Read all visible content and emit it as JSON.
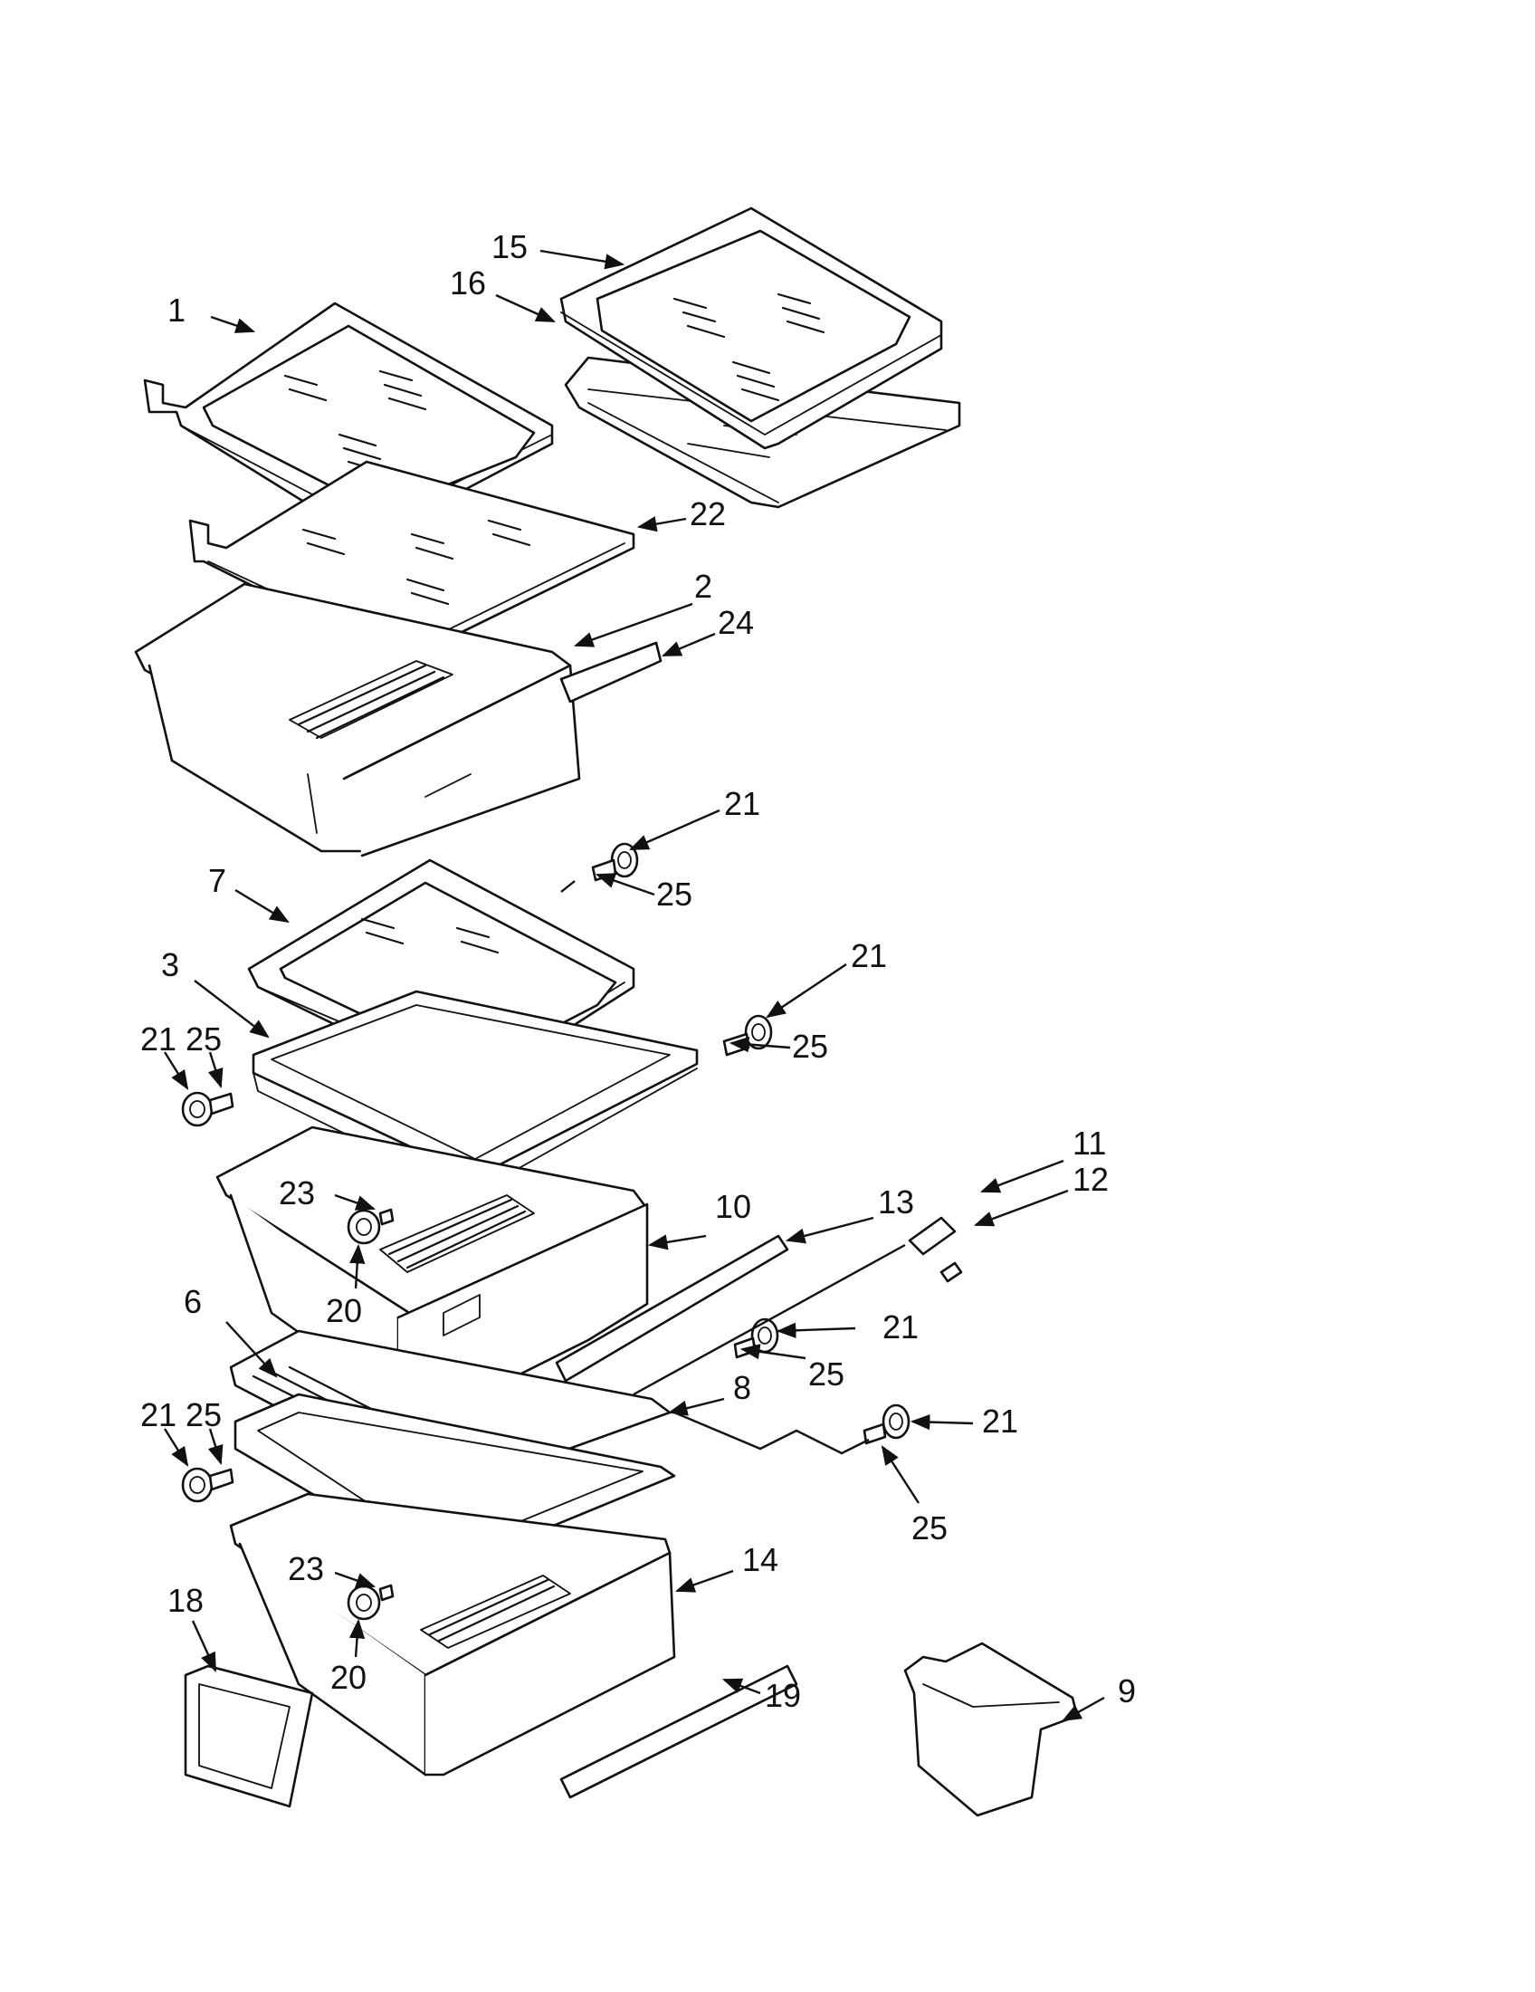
{
  "colors": {
    "ink": "#111111",
    "paper": "#ffffff"
  },
  "callouts": [
    {
      "id": "c1",
      "label": "1"
    },
    {
      "id": "c2",
      "label": "2"
    },
    {
      "id": "c3",
      "label": "3"
    },
    {
      "id": "c6",
      "label": "6"
    },
    {
      "id": "c7",
      "label": "7"
    },
    {
      "id": "c8",
      "label": "8"
    },
    {
      "id": "c9",
      "label": "9"
    },
    {
      "id": "c10",
      "label": "10"
    },
    {
      "id": "c11",
      "label": "11"
    },
    {
      "id": "c12",
      "label": "12"
    },
    {
      "id": "c13",
      "label": "13"
    },
    {
      "id": "c14",
      "label": "14"
    },
    {
      "id": "c15",
      "label": "15"
    },
    {
      "id": "c16",
      "label": "16"
    },
    {
      "id": "c18",
      "label": "18"
    },
    {
      "id": "c19",
      "label": "19"
    },
    {
      "id": "c20a",
      "label": "20"
    },
    {
      "id": "c20b",
      "label": "20"
    },
    {
      "id": "c21a",
      "label": "21"
    },
    {
      "id": "c21b",
      "label": "21"
    },
    {
      "id": "c21c",
      "label": "21"
    },
    {
      "id": "c21d",
      "label": "21"
    },
    {
      "id": "c21e",
      "label": "21"
    },
    {
      "id": "c21f",
      "label": "21"
    },
    {
      "id": "c22",
      "label": "22"
    },
    {
      "id": "c23a",
      "label": "23"
    },
    {
      "id": "c23b",
      "label": "23"
    },
    {
      "id": "c24",
      "label": "24"
    },
    {
      "id": "c25a",
      "label": "25"
    },
    {
      "id": "c25b",
      "label": "25"
    },
    {
      "id": "c25c",
      "label": "25"
    },
    {
      "id": "c25d",
      "label": "25"
    },
    {
      "id": "c25e",
      "label": "25"
    },
    {
      "id": "c25f",
      "label": "25"
    }
  ]
}
